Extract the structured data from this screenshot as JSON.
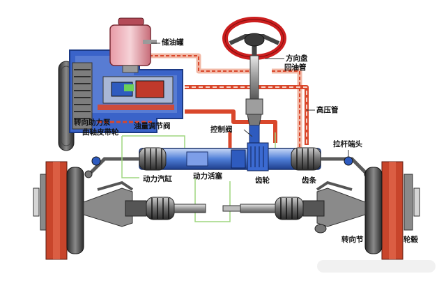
{
  "labels": {
    "oil_reservoir": "储油罐",
    "steering_wheel": "方向盘",
    "return_pipe": "回油管",
    "high_pressure_pipe": "高压管",
    "power_pump": "转向助力泵",
    "crank_pulley": "曲轴皮带轮",
    "flow_valve": "油量调节阀",
    "control_valve": "控制阀",
    "tie_rod_end": "拉杆端头",
    "power_cylinder": "动力汽缸",
    "power_piston": "动力活塞",
    "gear": "齿轮",
    "rack": "齿条",
    "knuckle": "转向节",
    "hub": "轮毂"
  },
  "colors": {
    "high_pressure_line": "#d9472b",
    "return_line": "#f2b8a6",
    "pump_body": "#3a63c9",
    "rack_housing": "#8fb0e8",
    "wheel_red": "#c8452b",
    "leader_green": "#9ed67f",
    "steering_wheel_rim": "#cc1f1f"
  }
}
